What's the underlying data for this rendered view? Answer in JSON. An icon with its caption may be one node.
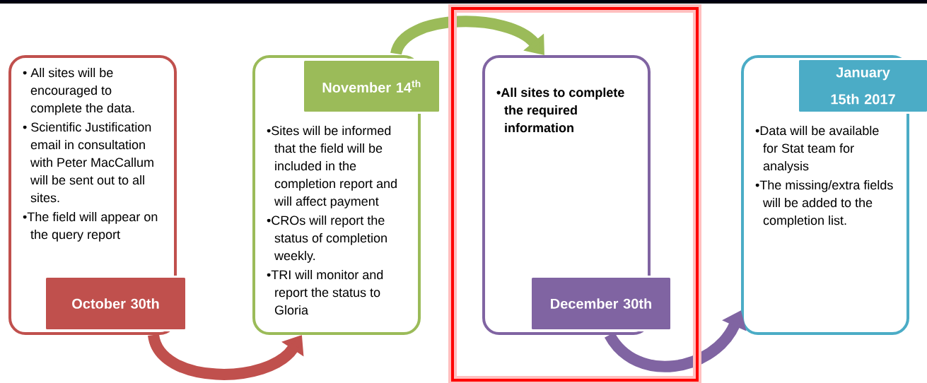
{
  "diagram": {
    "nodes": [
      {
        "text": [
          "• All sites will be encouraged to complete the data.",
          "• Scientific Justification email in consultation with  Peter MacCallum will be sent out to all sites.",
          "•The field will appear on the query report"
        ]
      },
      {
        "text": [
          "October 30th"
        ]
      },
      {
        "text": [
          "•Sites will be informed that the field will be included in the completion report and will affect payment",
          "•CROs will report the status of completion weekly.",
          "•TRI will monitor and report the status to Gloria"
        ]
      },
      {
        "text": [
          "November 14$^{th}$"
        ]
      },
      {
        "text": [
          "•All sites to complete the required information"
        ]
      },
      {
        "text": [
          "December  30th"
        ]
      },
      {
        "text": [
          "•Data will be available for Stat team for analysis",
          "•The missing/extra fields will be added to the completion list."
        ]
      },
      {
        "text": [
          "January 15th 2017"
        ]
      }
    ],
    "edges": [
      {
        "from": 0,
        "to": 2,
        "arrow": "to",
        "color": "#c0504d"
      },
      {
        "from": 2,
        "to": 4,
        "arrow": "to",
        "color": "#9bbb59"
      },
      {
        "from": 4,
        "to": 6,
        "arrow": "to",
        "color": "#8064a2"
      }
    ]
  }
}
